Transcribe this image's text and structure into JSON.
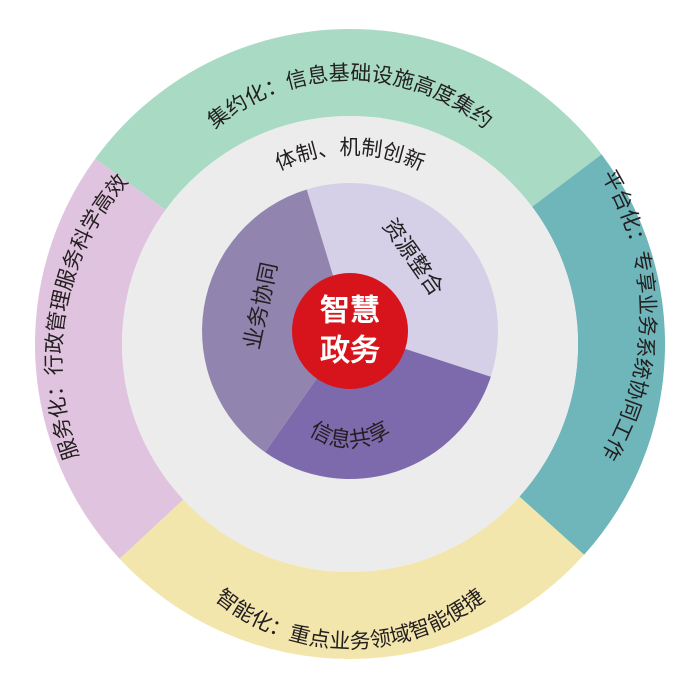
{
  "diagram": {
    "center": {
      "line1": "智慧",
      "line2": "政务",
      "color": "#d7141c"
    },
    "ring_label": "体制、机制创新",
    "ring_color": "#ececec",
    "outer_segments": [
      {
        "key": "top",
        "text": "集约化：信息基础设施高度集约",
        "color": "#a8dac4"
      },
      {
        "key": "right",
        "text": "平台化：专享业务系统协同工作",
        "color": "#6fb6bb"
      },
      {
        "key": "bottom",
        "text": "智能化：重点业务领域智能便捷",
        "color": "#f3e6ad"
      },
      {
        "key": "left",
        "text": "服务化：行政管理服务科学高效",
        "color": "#e0c3de"
      }
    ],
    "pie_sectors": [
      {
        "key": "resource",
        "text": "资源整合",
        "color": "#d5d0e7"
      },
      {
        "key": "share",
        "text": "信息共享",
        "color": "#7d6aad"
      },
      {
        "key": "collab",
        "text": "业务协同",
        "color": "#9184ae"
      }
    ]
  }
}
